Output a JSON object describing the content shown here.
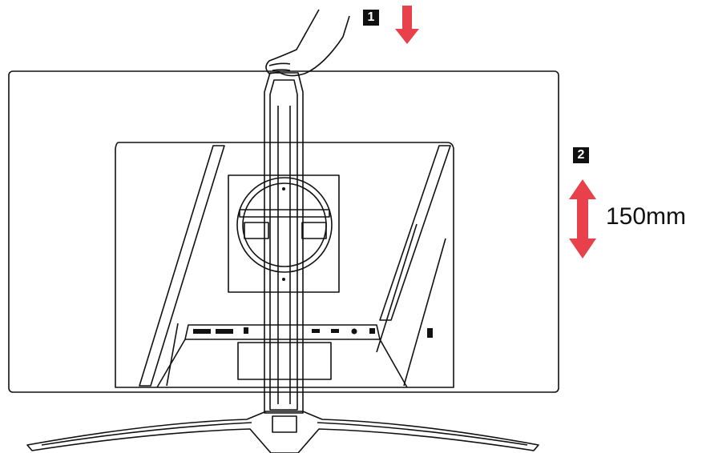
{
  "steps": [
    {
      "number": "1",
      "arrow": "down"
    },
    {
      "number": "2",
      "arrow": "up-down"
    }
  ],
  "height_adjustment_label": "150mm",
  "colors": {
    "line": "#111111",
    "arrow": "#e8414b",
    "badge_bg": "#111111",
    "badge_text": "#ffffff",
    "background": "#ffffff"
  },
  "icons": [
    "hand-icon",
    "hdmi-port-1-icon",
    "hdmi-port-2-icon",
    "displayport-icon",
    "usb-port-icon",
    "usb-port-icon",
    "headphone-jack-icon",
    "audio-port-icon",
    "kensington-lock-icon"
  ]
}
